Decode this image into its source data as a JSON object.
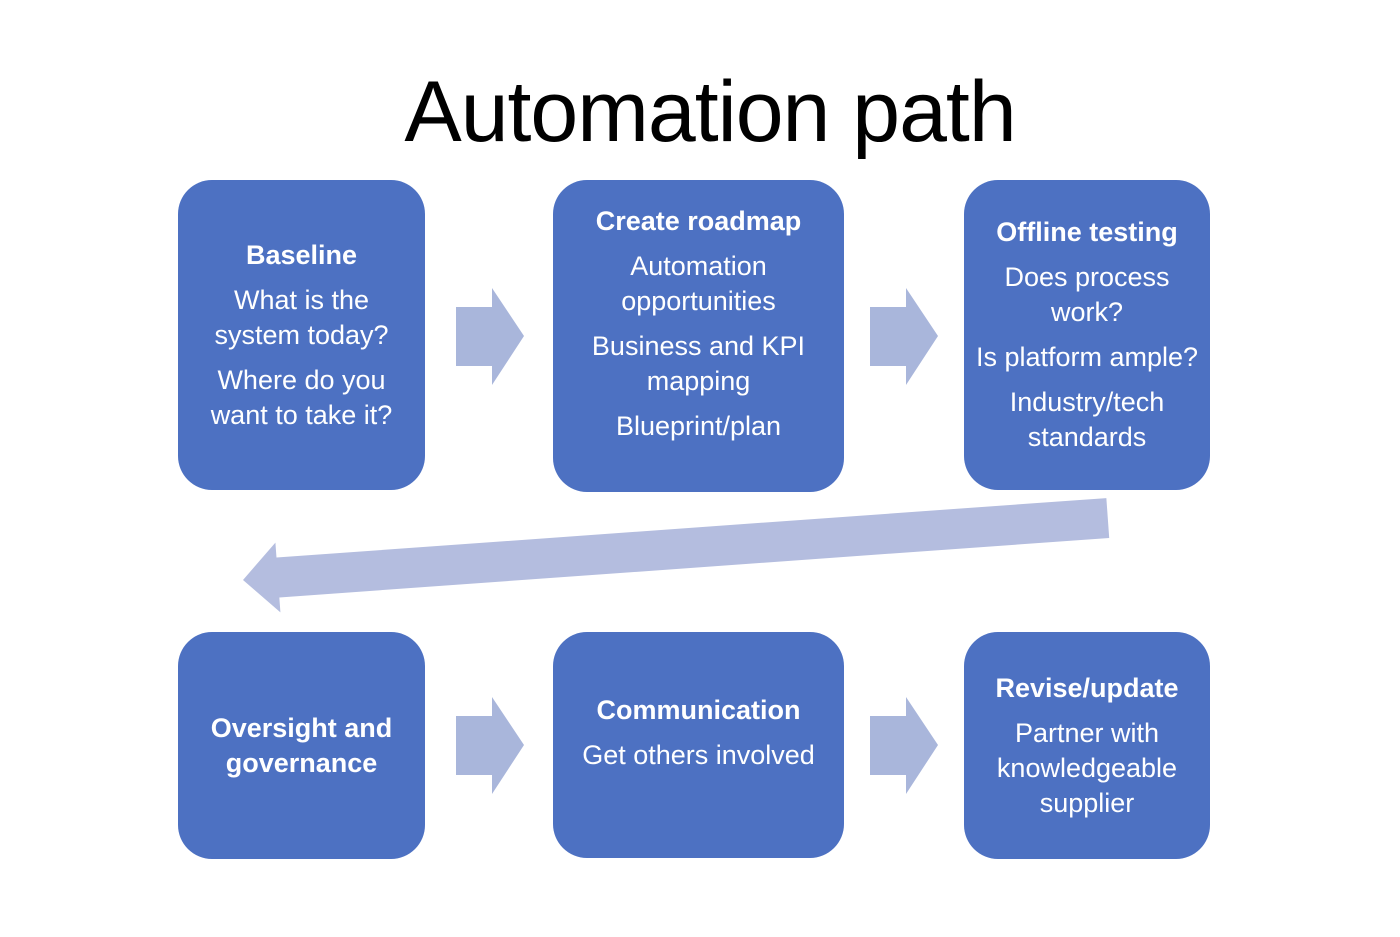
{
  "title": "Automation path",
  "colors": {
    "background": "#ffffff",
    "box_fill": "#4d71c2",
    "box_text": "#ffffff",
    "title_text": "#000000",
    "arrow_small": "#a9b6db",
    "arrow_large": "#b4bddf"
  },
  "boxes": [
    {
      "heading": "Baseline",
      "lines": [
        "What is the system today?",
        "Where do you want to take it?"
      ]
    },
    {
      "heading": "Create roadmap",
      "lines": [
        "Automation opportunities",
        "Business and KPI mapping",
        "Blueprint/plan"
      ]
    },
    {
      "heading": "Offline testing",
      "lines": [
        "Does process work?",
        "Is platform ample?",
        "Industry/tech standards"
      ]
    },
    {
      "heading": "Oversight and governance",
      "lines": []
    },
    {
      "heading": "Communication",
      "lines": [
        "Get others involved"
      ]
    },
    {
      "heading": "Revise/update",
      "lines": [
        "Partner with knowledgeable supplier"
      ]
    }
  ]
}
